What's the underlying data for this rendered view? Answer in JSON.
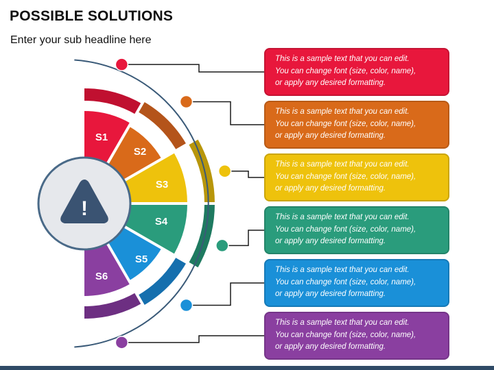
{
  "header": {
    "title": "POSSIBLE SOLUTIONS",
    "subtitle": "Enter your sub headline here"
  },
  "center": {
    "icon": "warning-triangle-icon",
    "glyph": "!"
  },
  "steps": [
    {
      "label": "S1",
      "color": "#e8173c",
      "dark": "#c01030",
      "text": [
        "This is a sample text that you can edit.",
        "You can change font (size, color, name),",
        "or apply any desired formatting."
      ]
    },
    {
      "label": "S2",
      "color": "#d96a1a",
      "dark": "#b4541a",
      "text": [
        "This is a sample text that you can edit.",
        "You can change font (size, color, name),",
        "or apply any desired formatting."
      ]
    },
    {
      "label": "S3",
      "color": "#eec20c",
      "dark": "#b8960a",
      "text": [
        "This is a sample text that you can edit.",
        "You can change font (size, color, name),",
        "or apply any desired formatting."
      ]
    },
    {
      "label": "S4",
      "color": "#2a9c7c",
      "dark": "#1e7a60",
      "text": [
        "This is a sample text that you can edit.",
        "You can change font (size, color, name),",
        "or apply any desired formatting."
      ]
    },
    {
      "label": "S5",
      "color": "#1a90d8",
      "dark": "#156fae",
      "text": [
        "This is a sample text that you can edit.",
        "You can change font (size, color, name),",
        "or apply any desired formatting."
      ]
    },
    {
      "label": "S6",
      "color": "#8a3fa0",
      "dark": "#6d2f82",
      "text": [
        "This is a sample text that you can edit.",
        "You can change font (size, color, name),",
        "or apply any desired formatting."
      ]
    }
  ],
  "colors": {
    "ring": "#3a5a78",
    "circle_fill": "#e6e8ec",
    "circle_stroke": "#4a6a88",
    "icon": "#3a5372",
    "footer": "#2f4a66"
  }
}
